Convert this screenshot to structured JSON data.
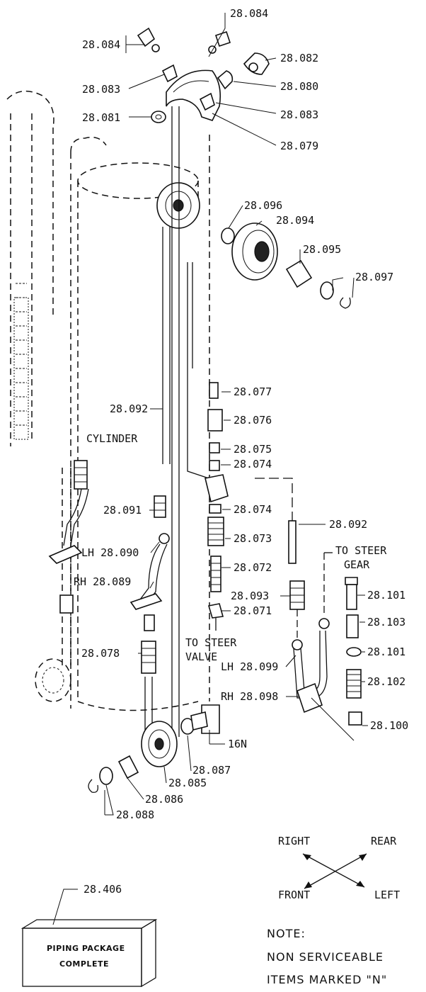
{
  "labels": {
    "p28_084a": "28.084",
    "p28_084b": "28.084",
    "p28_082": "28.082",
    "p28_083a": "28.083",
    "p28_080": "28.080",
    "p28_081": "28.081",
    "p28_083b": "28.083",
    "p28_079": "28.079",
    "p28_096": "28.096",
    "p28_094": "28.094",
    "p28_095": "28.095",
    "p28_097": "28.097",
    "p28_077": "28.077",
    "p28_092a": "28.092",
    "p28_076": "28.076",
    "cylinder": "CYLINDER",
    "p28_075": "28.075",
    "p28_074a": "28.074",
    "p28_091": "28.091",
    "p28_074b": "28.074",
    "p28_092b": "28.092",
    "p28_073": "28.073",
    "p28_090": "LH 28.090",
    "to_steer_gear_1": "TO STEER",
    "to_steer_gear_2": "GEAR",
    "p28_072": "28.072",
    "p28_089": "RH 28.089",
    "p28_101a": "28.101",
    "p28_093": "28.093",
    "p28_071": "28.071",
    "p28_103": "28.103",
    "to_steer_valve_1": "TO STEER",
    "to_steer_valve_2": "VALVE",
    "p28_078": "28.078",
    "p28_101b": "28.101",
    "p28_099": "LH 28.099",
    "p28_102": "28.102",
    "p28_098": "RH 28.098",
    "p28_100": "28.100",
    "p16n": "16N",
    "p28_087": "28.087",
    "p28_085": "28.085",
    "p28_086": "28.086",
    "p28_088": "28.088"
  },
  "compass": {
    "right": "RIGHT",
    "rear": "REAR",
    "front": "FRONT",
    "left": "LEFT"
  },
  "package": {
    "part_no": "28.406",
    "line1": "PIPING PACKAGE",
    "line2": "COMPLETE"
  },
  "note": {
    "title": "NOTE:",
    "line1": "NON SERVICEABLE",
    "line2": "ITEMS MARKED \"N\""
  }
}
